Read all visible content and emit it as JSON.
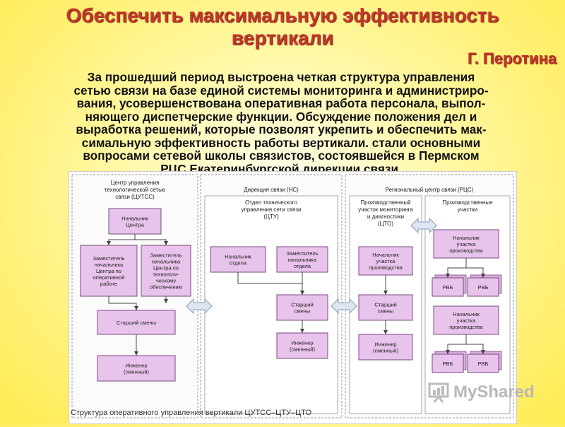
{
  "slide": {
    "title_line1": "Обеспечить максимальную эффективность",
    "title_line2": "вертикали",
    "author": "Г. Перотина",
    "body_lines": [
      "За прошедший период выстроена четкая структура управления",
      "сетью связи на базе единой системы мониторинга и администриро-",
      "вания, усовершенствована оперативная работа персонала, выпол-",
      "няющего диспетчерские функции. Обсуждение положения дел и",
      "выработка решений, которые позволят укрепить и обеспечить мак-",
      "симальную эффективность работы вертикали. стали основными",
      "вопросами сетевой школы связистов, состоявшейся в Пермском",
      "РЦС Екатеринбургской дирекции связи."
    ],
    "caption": "Структура оперативного управления вертикали ЦУТСС–ЦТУ–ЦТО",
    "watermark": "MyShared"
  },
  "colors": {
    "title": "#c0392b",
    "box_fill": "#e8c3ec",
    "box_stroke": "#7a4a80",
    "arrow_fill": "#dde6f2"
  },
  "diagram": {
    "panels": [
      {
        "name": "panel-cutss",
        "lines": [
          "Центр управления",
          "технологической сетью",
          "связи (ЦУТСС)"
        ]
      },
      {
        "name": "panel-ns",
        "lines": [
          "Дирекция связи (НС)"
        ]
      },
      {
        "name": "panel-rcs",
        "lines": [
          "Региональный центр связи (РЦС)"
        ]
      }
    ],
    "subpanels": [
      {
        "name": "subpanel-ctu",
        "lines": [
          "Отдел технического",
          "управления сети связи",
          "(ЦТУ)"
        ]
      },
      {
        "name": "subpanel-cto",
        "lines": [
          "Производственный",
          "участок мониторинга",
          "и диагностики",
          "(ЦТО)"
        ]
      },
      {
        "name": "subpanel-sites",
        "lines": [
          "Производственные",
          "участки"
        ]
      }
    ],
    "boxes": [
      {
        "name": "box-center-head",
        "lines": [
          "Начальник",
          "Центра"
        ]
      },
      {
        "name": "box-deputy-ops",
        "lines": [
          "Заместитель",
          "начальника",
          "Центра по",
          "оперативной",
          "работе"
        ]
      },
      {
        "name": "box-deputy-tech",
        "lines": [
          "Заместитель",
          "начальника",
          "Центра по",
          "технологи-",
          "ческому",
          "обеспечению"
        ]
      },
      {
        "name": "box-senior-shift-cutss",
        "lines": [
          "Старший смены"
        ]
      },
      {
        "name": "box-engineer-cutss",
        "lines": [
          "Инженер",
          "(сменный)"
        ]
      },
      {
        "name": "box-dept-head",
        "lines": [
          "Начальник",
          "отдела"
        ]
      },
      {
        "name": "box-dept-deputy",
        "lines": [
          "Заместитель",
          "начальника",
          "отдела"
        ]
      },
      {
        "name": "box-senior-shift-ctu",
        "lines": [
          "Старший",
          "смены"
        ]
      },
      {
        "name": "box-engineer-ctu",
        "lines": [
          "Инженер",
          "(сменный)"
        ]
      },
      {
        "name": "box-cto-head",
        "lines": [
          "Начальник",
          "участка",
          "производства"
        ]
      },
      {
        "name": "box-senior-shift-cto",
        "lines": [
          "Старший",
          "смены"
        ]
      },
      {
        "name": "box-engineer-cto",
        "lines": [
          "Инженер",
          "(сменный)"
        ]
      },
      {
        "name": "box-site-head-1",
        "lines": [
          "Начальник",
          "участка",
          "производства"
        ]
      },
      {
        "name": "box-rvb-1a",
        "lines": [
          "РВБ"
        ]
      },
      {
        "name": "box-rvb-1b",
        "lines": [
          "РВБ"
        ]
      },
      {
        "name": "box-site-head-2",
        "lines": [
          "Начальник",
          "участка",
          "производства"
        ]
      },
      {
        "name": "box-rvb-2a",
        "lines": [
          "РВБ"
        ]
      },
      {
        "name": "box-rvb-2b",
        "lines": [
          "РВБ"
        ]
      }
    ]
  }
}
